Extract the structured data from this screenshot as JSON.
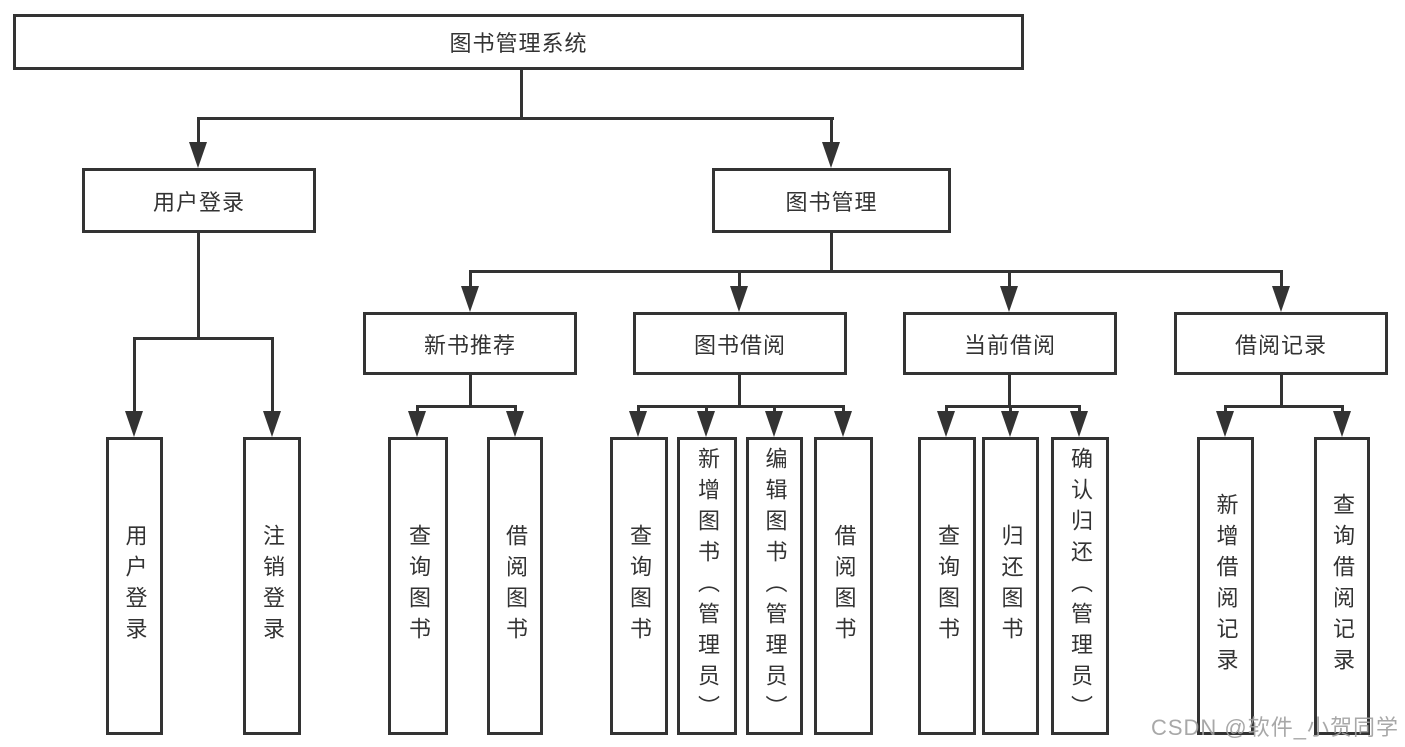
{
  "colors": {
    "line": "#333333",
    "text": "#333333",
    "background": "#ffffff",
    "watermark": "#9e9e9e"
  },
  "tree": {
    "label": "图书管理系统",
    "children": [
      {
        "label": "用户登录",
        "children": [
          {
            "label": "用户登录"
          },
          {
            "label": "注销登录"
          }
        ]
      },
      {
        "label": "图书管理",
        "children": [
          {
            "label": "新书推荐",
            "children": [
              {
                "label": "查询图书"
              },
              {
                "label": "借阅图书"
              }
            ]
          },
          {
            "label": "图书借阅",
            "children": [
              {
                "label": "查询图书"
              },
              {
                "label": "新增图书（管理员）"
              },
              {
                "label": "编辑图书（管理员）"
              },
              {
                "label": "借阅图书"
              }
            ]
          },
          {
            "label": "当前借阅",
            "children": [
              {
                "label": "查询图书"
              },
              {
                "label": "归还图书"
              },
              {
                "label": "确认归还（管理员）"
              }
            ]
          },
          {
            "label": "借阅记录",
            "children": [
              {
                "label": "新增借阅记录"
              },
              {
                "label": "查询借阅记录"
              }
            ]
          }
        ]
      }
    ]
  },
  "watermark": "CSDN @软件_小贺同学"
}
